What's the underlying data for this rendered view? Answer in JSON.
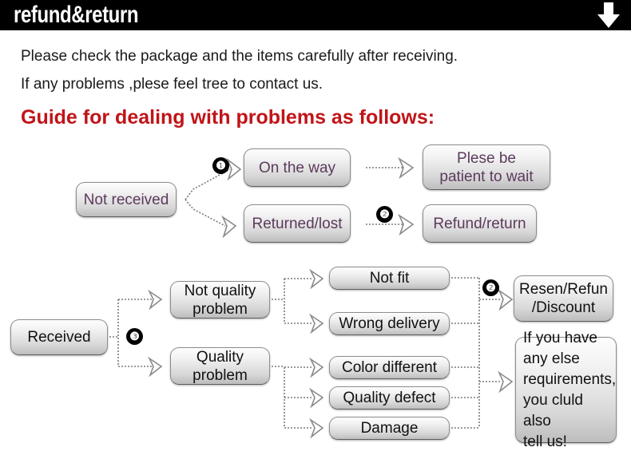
{
  "header": {
    "title": "refund&return",
    "arrow_icon": "arrow-down-icon",
    "background_color": "#000000",
    "text_color": "#ffffff"
  },
  "intro": {
    "line1": "Please check the package and the items carefully after receiving.",
    "line2": "If any problems ,plese feel tree to contact us.",
    "heading": "Guide for dealing with problems as follows:",
    "heading_color": "#c01418"
  },
  "diagram_top": {
    "start_box": "Not received",
    "branches": [
      {
        "badge": "❶",
        "status": "On the way",
        "outcome_line1": "Plese be",
        "outcome_line2": "patient to wait"
      },
      {
        "badge": "❷",
        "status": "Returned/lost",
        "outcome_line1": "Refund/return",
        "outcome_line2": ""
      }
    ],
    "box_text_color": "#5c3a5c"
  },
  "diagram_bottom": {
    "start_box": "Received",
    "start_badge": "❸",
    "categories": [
      {
        "line1": "Not quality",
        "line2": "problem"
      },
      {
        "line1": "Quality",
        "line2": "problem"
      }
    ],
    "issues": [
      "Not fit",
      "Wrong delivery",
      "Color different",
      "Quality defect",
      "Damage"
    ],
    "outcome_badge": "❷",
    "outcome_line1": "Resen/Refun",
    "outcome_line2": "/Discount",
    "note_lines": [
      "If you have",
      "any else",
      "requirements,",
      "you cluld also",
      "tell us!"
    ],
    "box_text_color": "#111111"
  }
}
